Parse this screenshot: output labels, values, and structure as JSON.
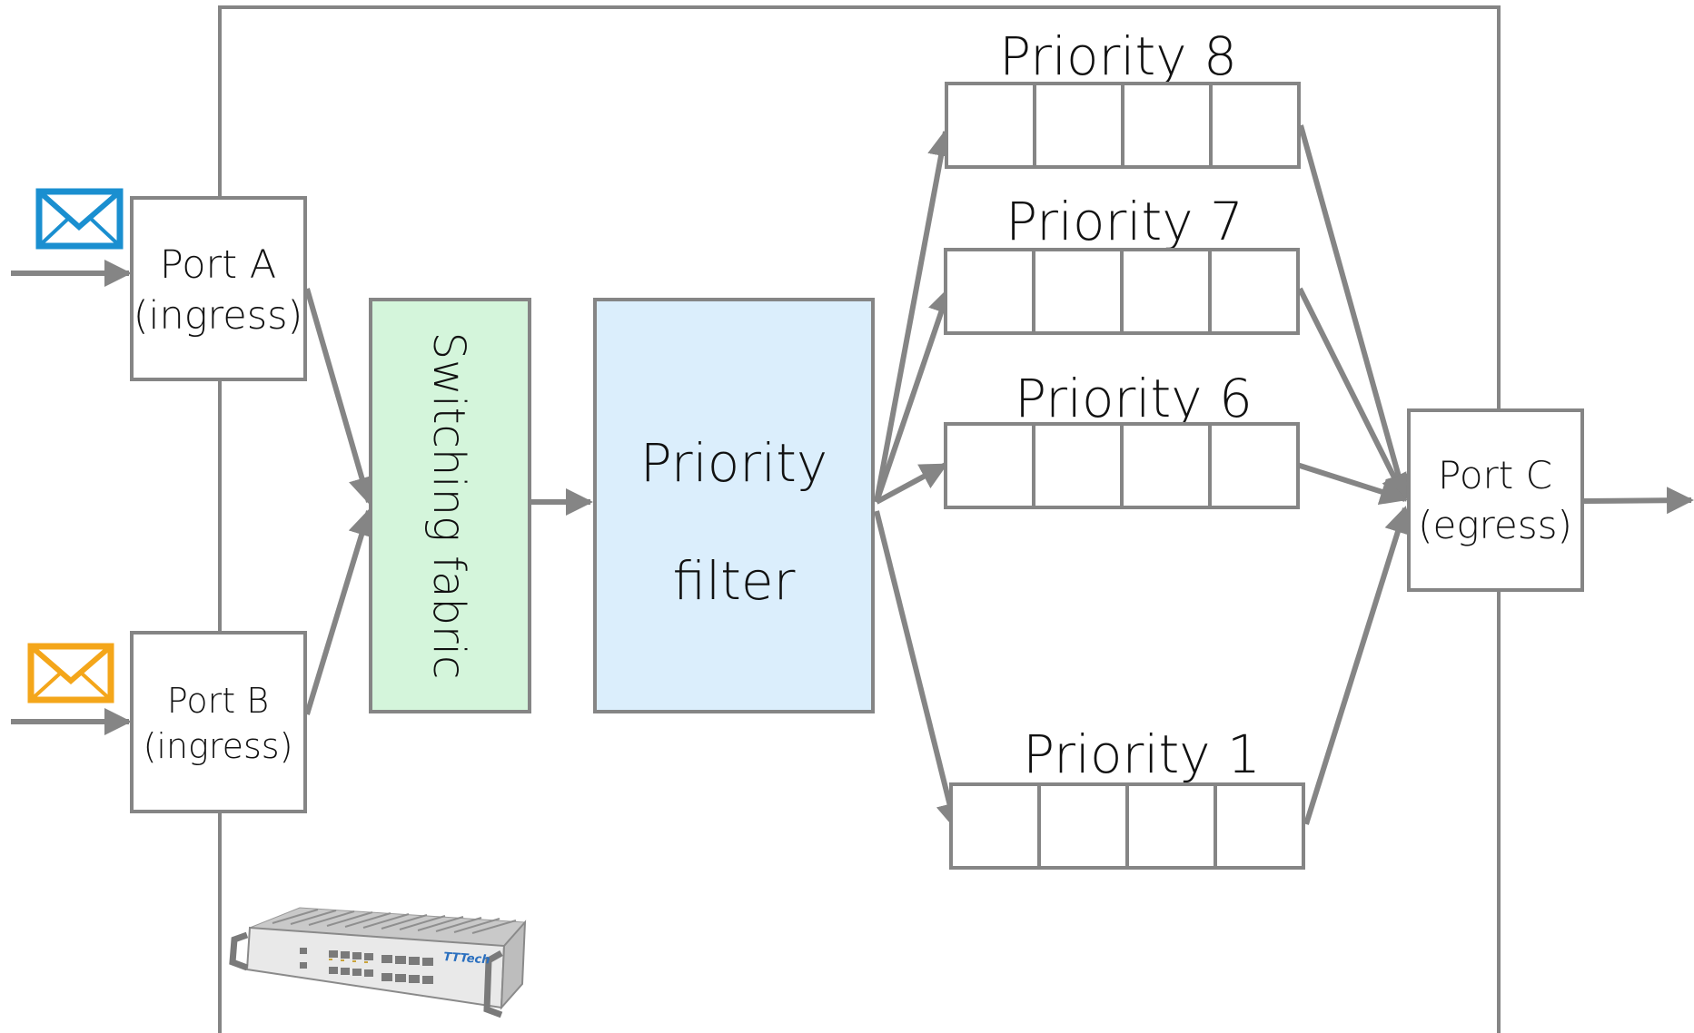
{
  "colors": {
    "stroke": "#858585",
    "port_fill": "#ffffff",
    "fabric_fill": "#d4f5db",
    "filter_fill": "#dbeefc",
    "envelope_a": "#1a8fd0",
    "envelope_b": "#f4a61a",
    "text": "#111111"
  },
  "ports": {
    "a": {
      "line1": "Port A",
      "line2": "(ingress)"
    },
    "b": {
      "line1": "Port B",
      "line2": "(ingress)"
    },
    "c": {
      "line1": "Port C",
      "line2": "(egress)"
    }
  },
  "fabric": {
    "label": "Switching fabric"
  },
  "filter": {
    "line1": "Priority",
    "line2": "filter"
  },
  "queues": [
    {
      "label": "Priority 8",
      "slots": 4
    },
    {
      "label": "Priority 7",
      "slots": 4
    },
    {
      "label": "Priority 6",
      "slots": 4
    },
    {
      "label": "Priority 1",
      "slots": 4
    }
  ],
  "device": {
    "brand": "TTTech",
    "icon": "network-switch-device-icon"
  },
  "icons": {
    "message_a": "envelope-icon",
    "message_b": "envelope-icon"
  }
}
